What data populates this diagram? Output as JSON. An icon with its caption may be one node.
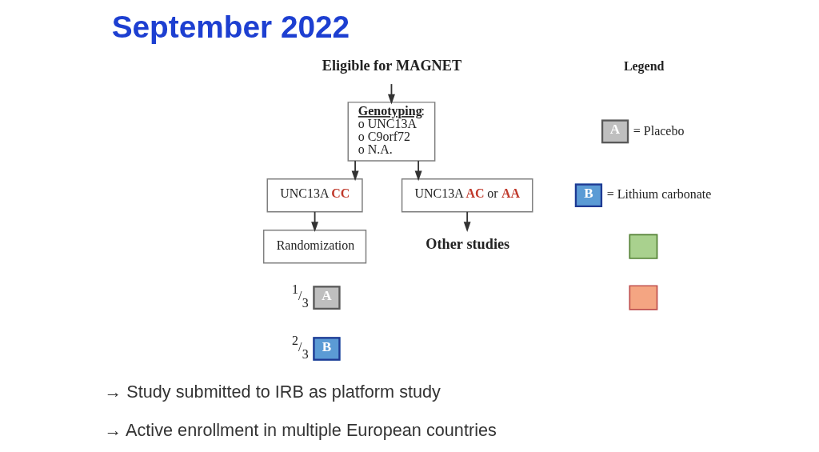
{
  "diagram": {
    "title": "September 2022",
    "nodes": [
      {
        "text": [
          "Eligible for MAGNET"
        ]
      },
      {
        "text": [
          "**Genotyping**:",
          "o UNC13A",
          "o C9orf72",
          "o N.A."
        ]
      },
      {
        "text": [
          "UNC13A **CC**"
        ]
      },
      {
        "text": [
          "UNC13A **AC** or **AA**"
        ]
      },
      {
        "text": [
          "Randomization"
        ]
      },
      {
        "text": [
          "Other studies"
        ]
      },
      {
        "text": [
          "A"
        ],
        "beside": [
          "$^{1}$/$_{3}$"
        ]
      },
      {
        "text": [
          "B"
        ],
        "beside": [
          "$^{2}$/$_{3}$"
        ]
      },
      {
        "text": [
          "A"
        ],
        "beside": [
          "= Placebo"
        ]
      },
      {
        "text": [
          "B"
        ],
        "beside": [
          "= Lithium carbonate"
        ]
      },
      {
        "text": [],
        "shape": "box"
      },
      {
        "text": [],
        "shape": "box"
      }
    ],
    "edges": [
      {
        "from": 0,
        "to": 1,
        "arrow": "to"
      },
      {
        "from": 1,
        "to": 2,
        "arrow": "to"
      },
      {
        "from": 1,
        "to": 3,
        "arrow": "to"
      },
      {
        "from": 2,
        "to": 4,
        "arrow": "to"
      },
      {
        "from": 3,
        "to": 5,
        "arrow": "to"
      }
    ],
    "labels": [
      "Legend",
      "→ Study submitted to IRB as platform study",
      "→ Active enrollment in multiple European countries"
    ]
  }
}
